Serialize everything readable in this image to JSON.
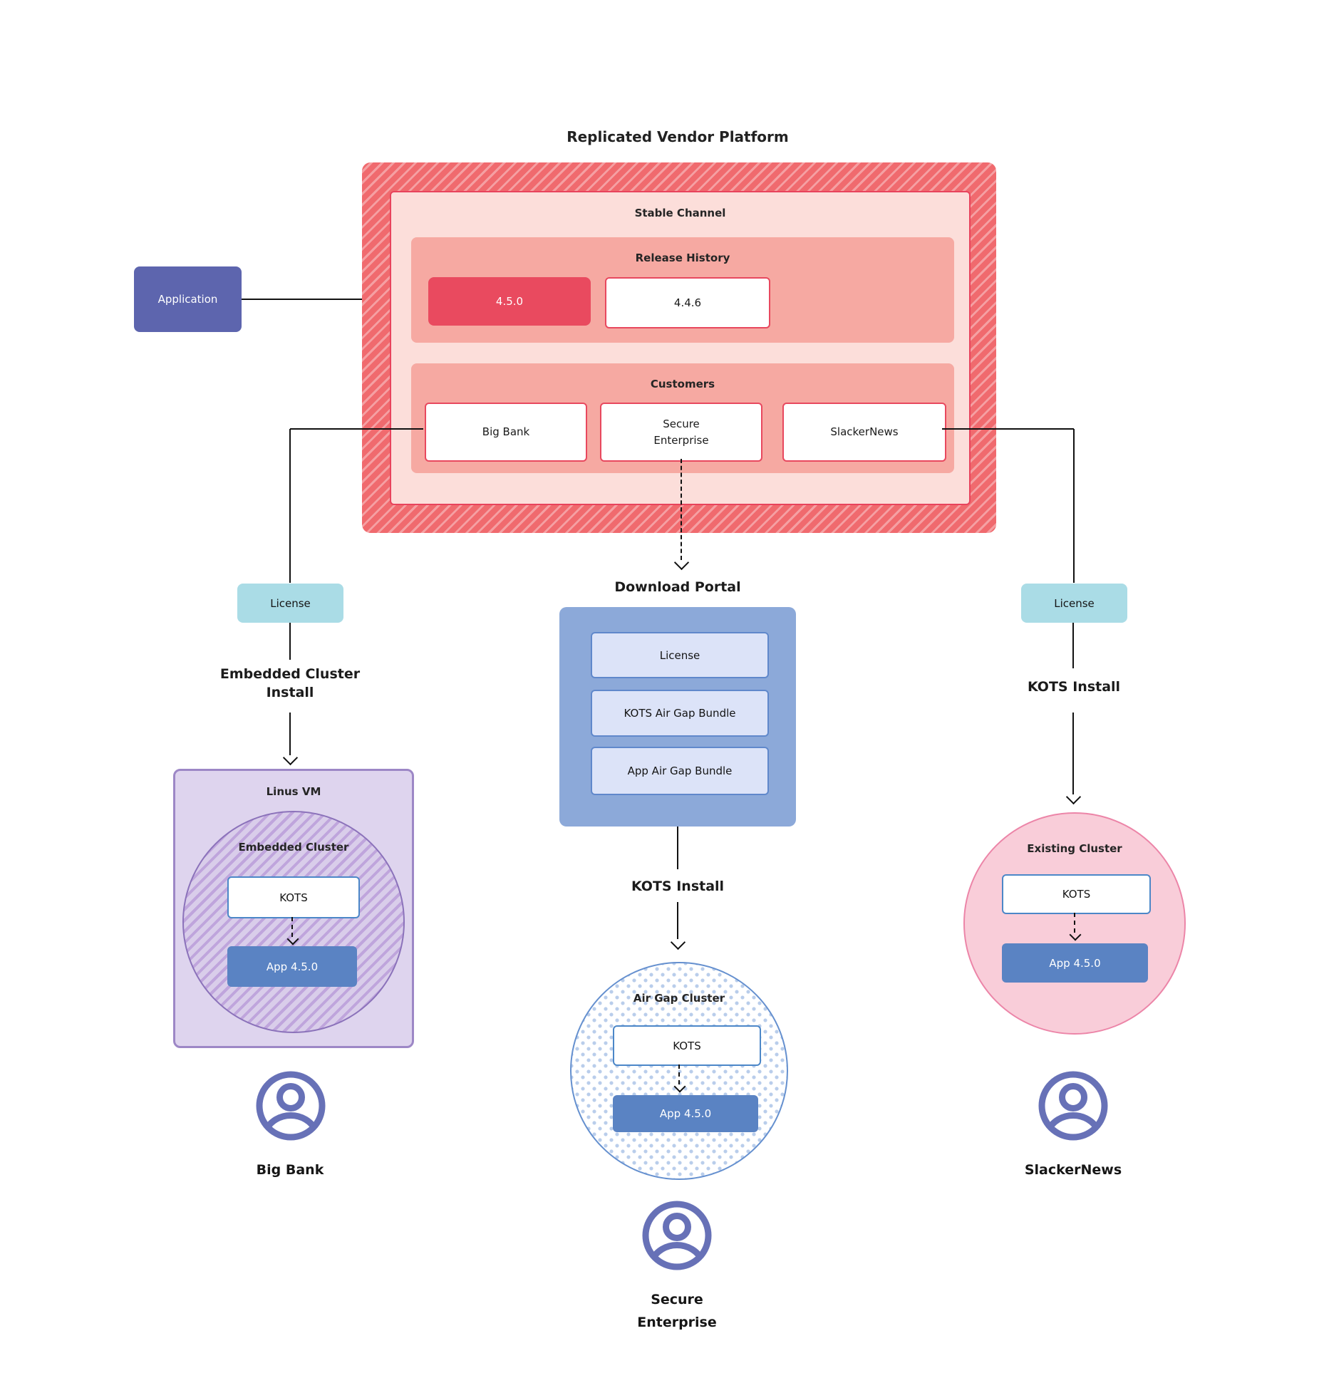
{
  "title": "Replicated Vendor Platform",
  "colors": {
    "hatch_red_base": "#f06a6e",
    "hatch_red_stripe": "#f5a0a3",
    "channel_pink": "#fcdeda",
    "channel_border": "#e8435c",
    "salmon": "#f6a9a2",
    "release_red": "#e94a5f",
    "box_red_border": "#e8485e",
    "indigo": "#5d65ae",
    "teal": "#aadce6",
    "portal_blue": "#8ca9d9",
    "portal_item_bg": "#dce3f8",
    "portal_item_border": "#6088cb",
    "app_blue": "#5a83c3",
    "kots_border": "#4c87c8",
    "vm_purple_bg": "#ded4ee",
    "vm_purple_border": "#9d87c6",
    "circle_purple_bg": "#d9cdea",
    "circle_purple_stripe": "#bfa5dc",
    "airgap_dot": "#b9cdeb",
    "airgap_border": "#6590cf",
    "existing_pink_bg": "#f9cdd9",
    "existing_pink_border": "#ec85a8",
    "person_indigo": "#6771b7"
  },
  "application": {
    "label": "Application"
  },
  "platform": {
    "stable_channel_label": "Stable Channel",
    "release_history": {
      "label": "Release History",
      "releases": [
        {
          "version": "4.5.0"
        },
        {
          "version": "4.4.6"
        }
      ]
    },
    "customers": {
      "label": "Customers",
      "items": [
        {
          "name": "Big Bank"
        },
        {
          "name": "Secure\nEnterprise"
        },
        {
          "name": "SlackerNews"
        }
      ]
    }
  },
  "download_portal": {
    "title": "Download Portal",
    "items": [
      {
        "label": "License"
      },
      {
        "label": "KOTS Air Gap Bundle"
      },
      {
        "label": "App Air Gap Bundle"
      }
    ]
  },
  "left_branch": {
    "license_label": "License",
    "install_label": "Embedded Cluster\nInstall",
    "vm_label": "Linus VM",
    "cluster_label": "Embedded Cluster",
    "kots_label": "KOTS",
    "app_label": "App 4.5.0",
    "persona": "Big Bank"
  },
  "middle_branch": {
    "install_label": "KOTS Install",
    "cluster_label": "Air Gap Cluster",
    "kots_label": "KOTS",
    "app_label": "App 4.5.0",
    "persona": "Secure\nEnterprise"
  },
  "right_branch": {
    "license_label": "License",
    "install_label": "KOTS Install",
    "cluster_label": "Existing Cluster",
    "kots_label": "KOTS",
    "app_label": "App 4.5.0",
    "persona": "SlackerNews"
  }
}
